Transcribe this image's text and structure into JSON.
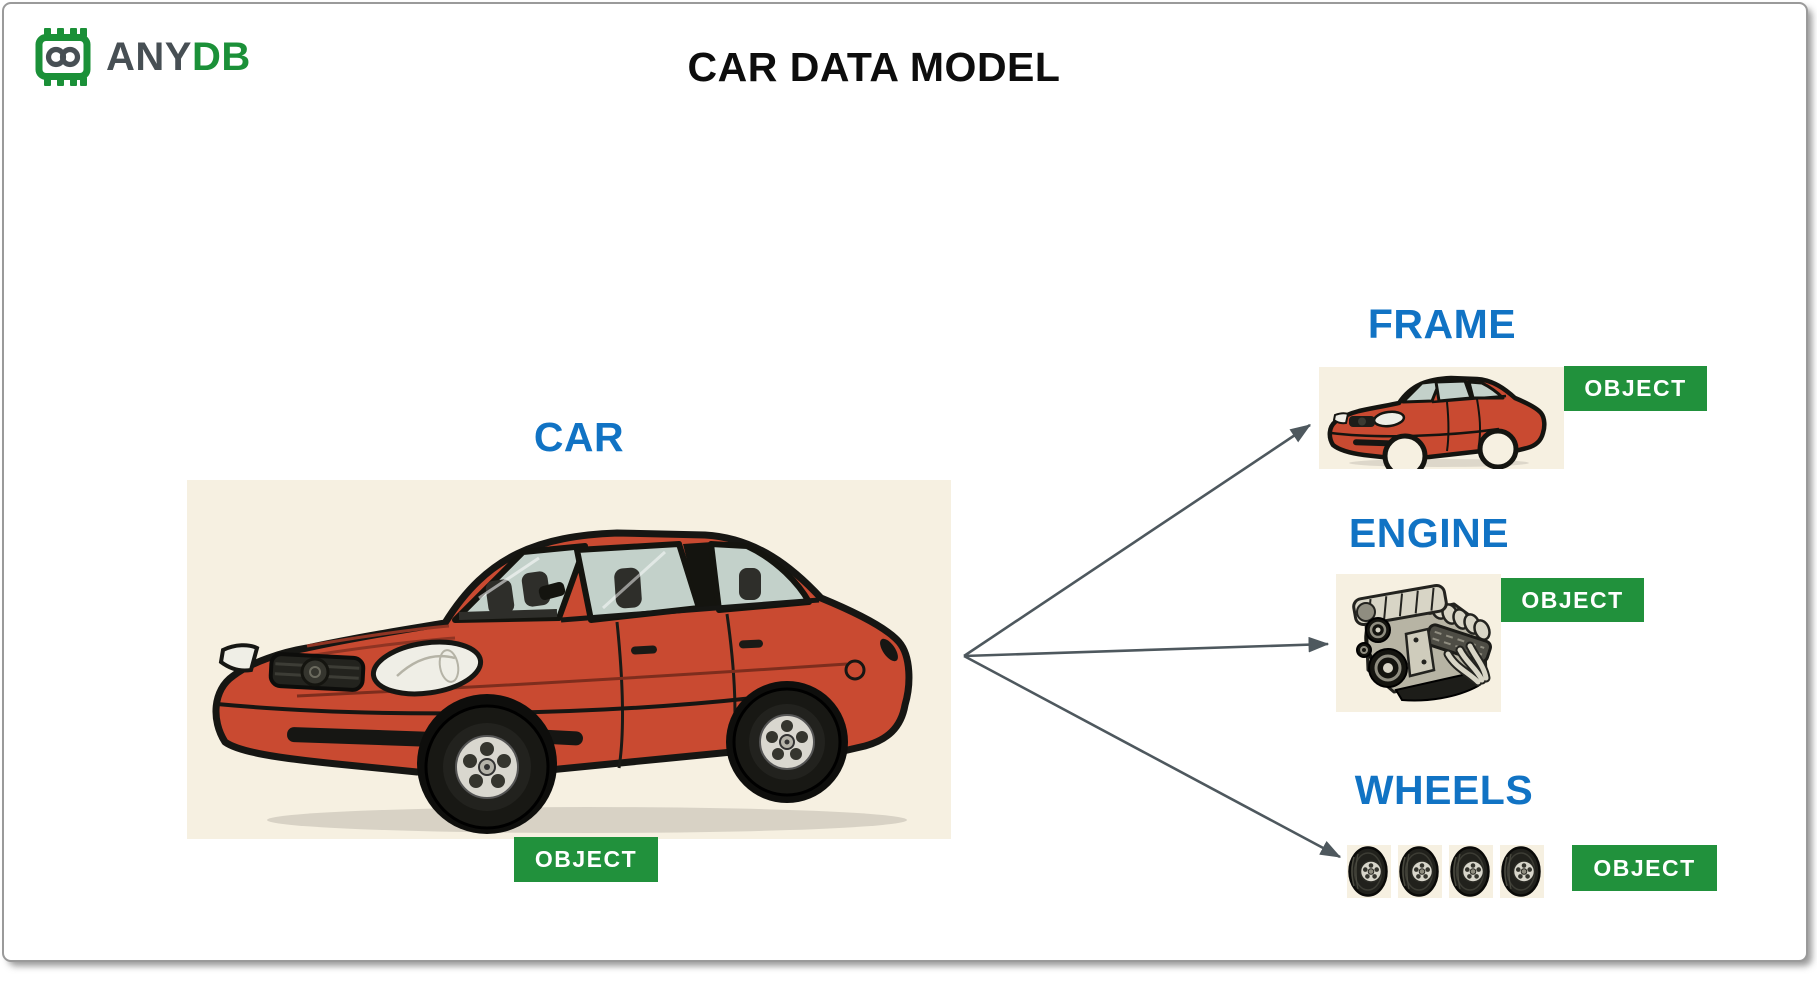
{
  "brand": {
    "name_primary": "ANY",
    "name_accent": "DB",
    "icon": "anydb-chip-infinity-icon"
  },
  "title": "CAR DATA MODEL",
  "diagram": {
    "root": {
      "key": "car",
      "label": "CAR",
      "badge": "OBJECT",
      "image": "red-sedan-illustration"
    },
    "components": [
      {
        "key": "frame",
        "label": "FRAME",
        "badge": "OBJECT",
        "image": "car-body-frame-illustration"
      },
      {
        "key": "engine",
        "label": "ENGINE",
        "badge": "OBJECT",
        "image": "car-engine-illustration"
      },
      {
        "key": "wheels",
        "label": "WHEELS",
        "badge": "OBJECT",
        "image": "four-tires-illustration",
        "tire_count": 4
      }
    ],
    "relations": [
      {
        "from": "CAR",
        "to": "FRAME"
      },
      {
        "from": "CAR",
        "to": "ENGINE"
      },
      {
        "from": "CAR",
        "to": "WHEELS"
      }
    ]
  },
  "colors": {
    "label_blue": "#1173c4",
    "badge_green": "#21913c",
    "logo_green": "#1b9038",
    "logo_gray": "#474f54",
    "arrow_gray": "#4e585e",
    "image_background": "#f6f0e1",
    "car_red": "#c94a31",
    "title_black": "#0d0d0d"
  }
}
